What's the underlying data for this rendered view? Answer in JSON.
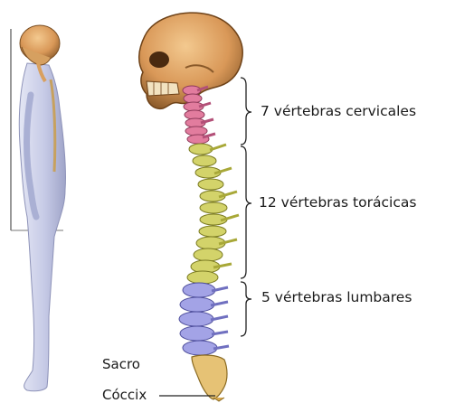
{
  "labels": {
    "cervical": "7 vértebras cervicales",
    "thoracic": "12 vértebras torácicas",
    "lumbar": "5 vértebras lumbares",
    "sacrum": "Sacro",
    "coccyx": "Cóccix"
  },
  "colors": {
    "cervical": "#e27c9e",
    "thoracic": "#d3d36a",
    "lumbar": "#a3a3e6",
    "sacrum": "#e6c275",
    "skull": "#d9a05f",
    "body": "#c9cde8"
  }
}
